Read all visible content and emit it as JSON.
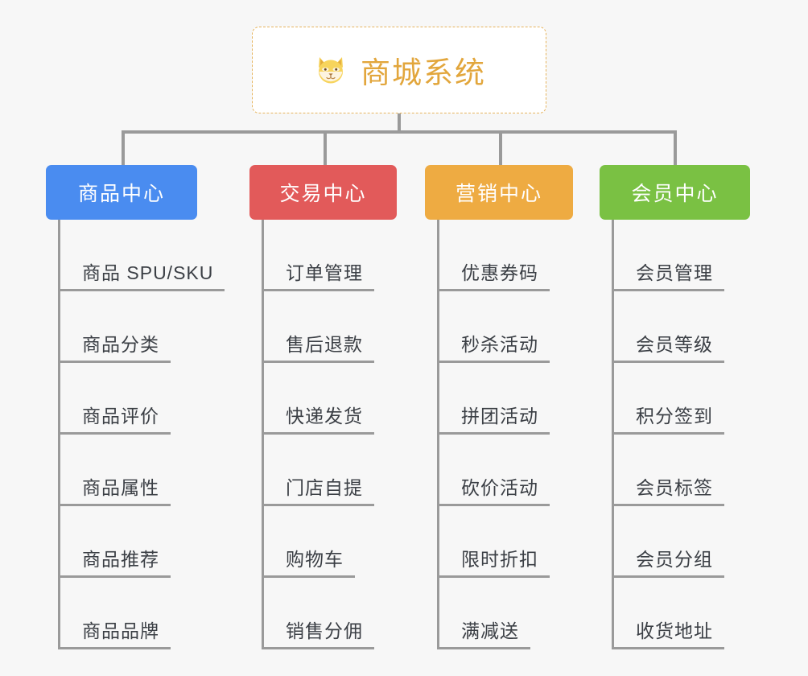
{
  "page": {
    "background_color": "#f7f7f7",
    "connector_color": "#9a9a9a"
  },
  "root": {
    "title": "商城系统",
    "icon": "shiba-dog-icon",
    "title_color": "#e2a63c",
    "border_color": "#e6b45e",
    "background_color": "#ffffff"
  },
  "branches": [
    {
      "label": "商品中心",
      "color": "#4a8cf0",
      "items": [
        "商品 SPU/SKU",
        "商品分类",
        "商品评价",
        "商品属性",
        "商品推荐",
        "商品品牌"
      ]
    },
    {
      "label": "交易中心",
      "color": "#e25a5a",
      "items": [
        "订单管理",
        "售后退款",
        "快递发货",
        "门店自提",
        "购物车",
        "销售分佣"
      ]
    },
    {
      "label": "营销中心",
      "color": "#eeab42",
      "items": [
        "优惠券码",
        "秒杀活动",
        "拼团活动",
        "砍价活动",
        "限时折扣",
        "满减送"
      ]
    },
    {
      "label": "会员中心",
      "color": "#7ac143",
      "items": [
        "会员管理",
        "会员等级",
        "积分签到",
        "会员标签",
        "会员分组",
        "收货地址"
      ]
    }
  ]
}
